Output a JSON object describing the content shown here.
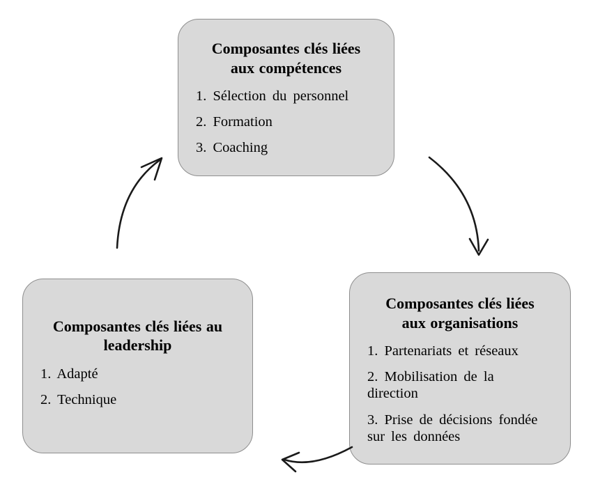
{
  "colors": {
    "box_fill": "#d9d9d9",
    "box_border": "#8e8e8e",
    "arrow": "#1a1a1a",
    "text": "#000000",
    "background": "#ffffff"
  },
  "boxes": {
    "competences": {
      "title_lines": [
        "Composantes clés liées",
        "aux compétences"
      ],
      "items": [
        "1. Sélection du personnel",
        "2. Formation",
        "3. Coaching"
      ]
    },
    "organisations": {
      "title_lines": [
        "Composantes clés liées",
        "aux organisations"
      ],
      "items": [
        "1. Partenariats et réseaux",
        "2. Mobilisation de la\ndirection",
        "3. Prise de décisions fondée\nsur les données"
      ]
    },
    "leadership": {
      "title_lines": [
        "Composantes clés liées au",
        "leadership"
      ],
      "items": [
        "1. Adapté",
        "2. Technique"
      ]
    }
  },
  "connections": [
    {
      "from": "competences",
      "to": "organisations"
    },
    {
      "from": "organisations",
      "to": "leadership"
    },
    {
      "from": "leadership",
      "to": "competences"
    }
  ]
}
